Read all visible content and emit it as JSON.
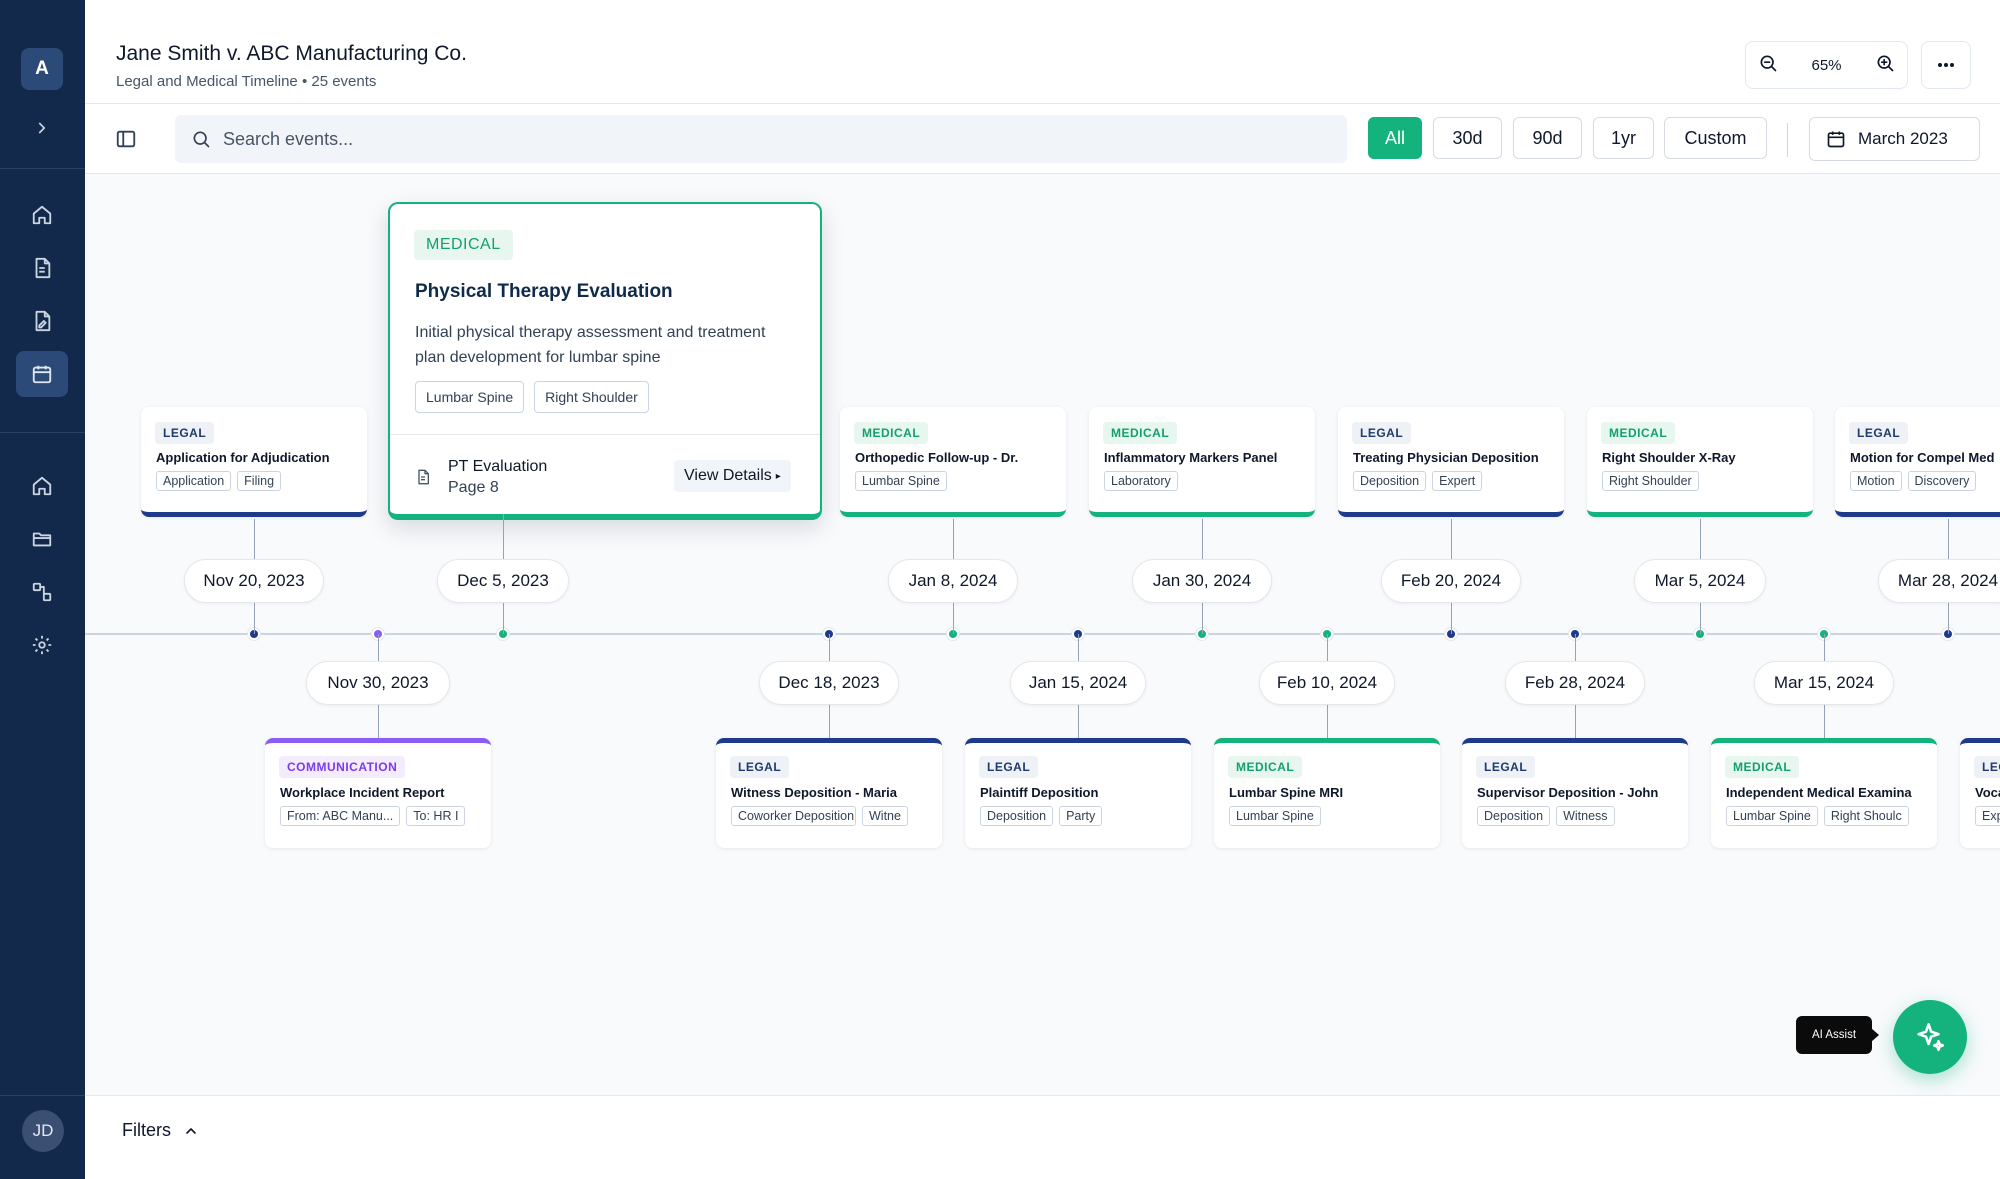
{
  "sidebar": {
    "logo_letter": "A",
    "user_initials": "JD"
  },
  "header": {
    "title": "Jane Smith v. ABC Manufacturing Co.",
    "subtitle": "Legal and Medical Timeline • 25 events",
    "zoom_level": "65%"
  },
  "toolbar": {
    "search_placeholder": "Search events...",
    "ranges": [
      "All",
      "30d",
      "90d",
      "1yr",
      "Custom"
    ],
    "active_range": "All",
    "month": "March 2023"
  },
  "colors": {
    "accent": "#14b37d",
    "legal": "#1e3a8a",
    "medical": "#14b37d",
    "communication": "#8b5cf6",
    "sidebar": "#13294b"
  },
  "expanded_event": {
    "category": "MEDICAL",
    "title": "Physical Therapy Evaluation",
    "description": "Initial physical therapy assessment and treatment plan development for lumbar spine",
    "tags": [
      "Lumbar Spine",
      "Right Shoulder"
    ],
    "document_name": "PT Evaluation",
    "document_page": "Page 8",
    "view_label": "View Details"
  },
  "events": [
    {
      "date": "Nov 20, 2023",
      "position": "top",
      "category": "LEGAL",
      "kind": "legal",
      "title": "Application for Adjudication",
      "tags": [
        "Application",
        "Filing"
      ]
    },
    {
      "date": "Nov 30, 2023",
      "position": "bottom",
      "category": "COMMUNICATION",
      "kind": "communication",
      "title": "Workplace Incident Report",
      "tags": [
        "From: ABC Manu...",
        "To: HR I"
      ]
    },
    {
      "date": "Dec 5, 2023",
      "position": "expanded",
      "category": "MEDICAL",
      "kind": "medical",
      "title": "Physical Therapy Evaluation",
      "tags": []
    },
    {
      "date": "Dec 18, 2023",
      "position": "bottom",
      "category": "LEGAL",
      "kind": "legal",
      "title": "Witness Deposition - Maria",
      "tags": [
        "Coworker Deposition",
        "Witne"
      ]
    },
    {
      "date": "Jan 8, 2024",
      "position": "top",
      "category": "MEDICAL",
      "kind": "medical",
      "title": "Orthopedic Follow-up - Dr.",
      "tags": [
        "Lumbar Spine"
      ]
    },
    {
      "date": "Jan 15, 2024",
      "position": "bottom",
      "category": "LEGAL",
      "kind": "legal",
      "title": "Plaintiff Deposition",
      "tags": [
        "Deposition",
        "Party"
      ]
    },
    {
      "date": "Jan 30, 2024",
      "position": "top",
      "category": "MEDICAL",
      "kind": "medical",
      "title": "Inflammatory Markers Panel",
      "tags": [
        "Laboratory"
      ]
    },
    {
      "date": "Feb 10, 2024",
      "position": "bottom",
      "category": "MEDICAL",
      "kind": "medical",
      "title": "Lumbar Spine MRI",
      "tags": [
        "Lumbar Spine"
      ]
    },
    {
      "date": "Feb 20, 2024",
      "position": "top",
      "category": "LEGAL",
      "kind": "legal",
      "title": "Treating Physician Deposition",
      "tags": [
        "Deposition",
        "Expert"
      ]
    },
    {
      "date": "Feb 28, 2024",
      "position": "bottom",
      "category": "LEGAL",
      "kind": "legal",
      "title": "Supervisor Deposition - John",
      "tags": [
        "Deposition",
        "Witness"
      ]
    },
    {
      "date": "Mar 5, 2024",
      "position": "top",
      "category": "MEDICAL",
      "kind": "medical",
      "title": "Right Shoulder X-Ray",
      "tags": [
        "Right Shoulder"
      ]
    },
    {
      "date": "Mar 15, 2024",
      "position": "bottom",
      "category": "MEDICAL",
      "kind": "medical",
      "title": "Independent Medical Examina",
      "tags": [
        "Lumbar Spine",
        "Right Shoulc"
      ]
    },
    {
      "date": "Mar 28, 2024",
      "position": "top",
      "category": "LEGAL",
      "kind": "legal",
      "title": "Motion for Compel Med",
      "tags": [
        "Motion",
        "Discovery"
      ]
    },
    {
      "date": "",
      "position": "bottom",
      "category": "LEG",
      "kind": "legal",
      "title": "Voca",
      "tags": [
        "Exp"
      ]
    }
  ],
  "ai_assist_label": "AI Assist",
  "footer": {
    "filters_label": "Filters"
  }
}
